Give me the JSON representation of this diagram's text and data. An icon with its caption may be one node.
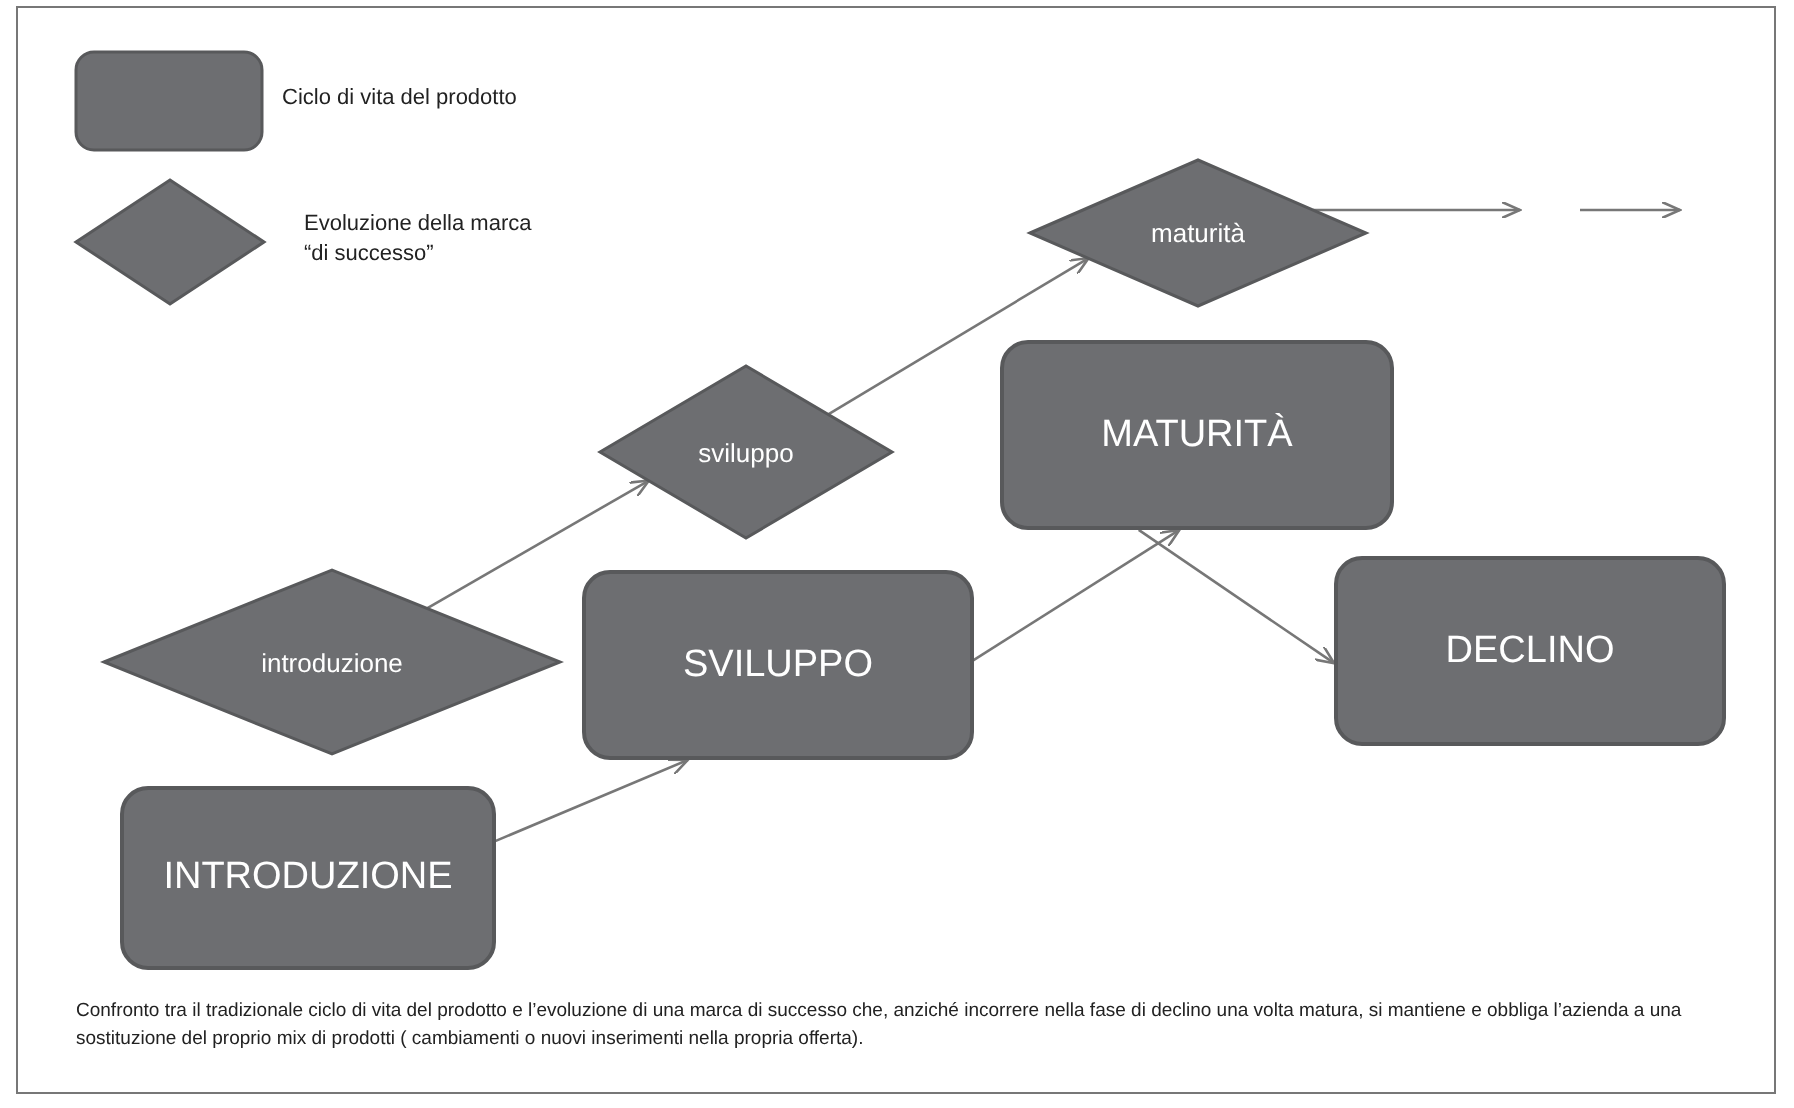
{
  "diagram": {
    "caption": "Confronto tra il tradizionale ciclo di vita del prodotto e l’evoluzione di una marca di successo che, anziché incorrere nella fase di declino una volta matura, si mantiene e obbliga l’azienda a una sostituzione del proprio mix di prodotti ( cambiamenti o nuovi inserimenti nella propria offerta).",
    "nodes": [
      {
        "text": [
          "INTRODUZIONE"
        ]
      },
      {
        "text": [
          "introduzione"
        ]
      },
      {
        "text": [
          "SVILUPPO"
        ]
      },
      {
        "text": [
          "sviluppo"
        ]
      },
      {
        "text": [
          "MATURITÀ"
        ]
      },
      {
        "text": [
          "maturità"
        ]
      },
      {
        "text": [
          "DECLINO"
        ]
      }
    ],
    "edges": [
      {
        "from": 0,
        "to": 2,
        "arrow": "to"
      },
      {
        "from": 1,
        "to": 3,
        "arrow": "to"
      },
      {
        "from": 2,
        "to": 4,
        "arrow": "to"
      },
      {
        "from": 3,
        "to": 5,
        "arrow": "to"
      },
      {
        "from": 4,
        "to": 6,
        "arrow": "to"
      },
      {
        "from": 5,
        "to": null,
        "arrow": "to"
      }
    ],
    "legend": [
      {
        "text": "Ciclo di vita del prodotto"
      },
      {
        "text": "Evoluzione della marca “di successo”"
      }
    ]
  }
}
